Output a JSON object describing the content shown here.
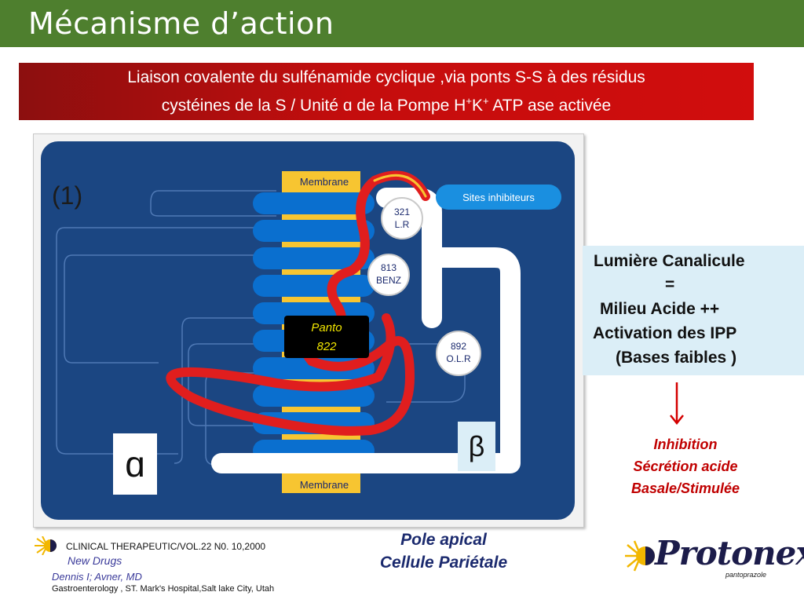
{
  "title": "Mécanisme d’action",
  "banner": {
    "line1": "Liaison covalente du sulfénamide cyclique ,via ponts S-S  à des résidus",
    "line2_a": "cystéines  de la S / Unité ɑ de la Pompe H",
    "line2_sup1": "+",
    "line2_b": "K",
    "line2_sup2": "+",
    "line2_c": " ATP ase activée"
  },
  "figure": {
    "panel_label": "(1)",
    "membrane_top": "Membrane",
    "membrane_bottom": "Membrane",
    "sites_label": "Sites inhibiteurs",
    "site1_num": "321",
    "site1_name": "L.R",
    "site2_num": "813",
    "site2_name": "BENZ",
    "site3_num": "892",
    "site3_name": "O.L.R",
    "panto_line1": "Panto",
    "panto_line2": "822",
    "alpha": "ɑ",
    "beta": "β"
  },
  "info": {
    "line1": "Lumière Canalicule",
    "line2": "=",
    "line3": "Milieu Acide ++",
    "line4": "Activation des IPP",
    "line5": "(Bases faibles )"
  },
  "inhibition": {
    "line1": "Inhibition",
    "line2": "Sécrétion acide",
    "line3": "Basale/Stimulée"
  },
  "pole": {
    "line1": "Pole apical",
    "line2": "Cellule Pariétale"
  },
  "reference": {
    "journal": "CLINICAL THERAPEUTIC/VOL.22 N0. 10,2000",
    "section": "New Drugs",
    "authors": "Dennis  I; Avner, MD",
    "affiliation": "Gastroenterology , ST. Mark's Hospital,Salt lake City, Utah"
  },
  "brand": {
    "name": "Protonex",
    "sub": "pantoprazole"
  },
  "colors": {
    "title_green": "#4e7f2e",
    "banner_red": "#c40d0d",
    "panel_navy": "#1b4682",
    "helix_blue": "#0a6fcf",
    "membrane_yellow": "#f7c531",
    "chain_red": "#e01e1e",
    "info_bg": "#dbeef7",
    "inhibition_red": "#c00000",
    "pole_navy": "#1b2a6e"
  }
}
